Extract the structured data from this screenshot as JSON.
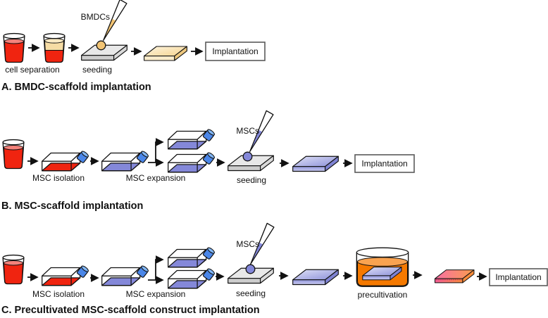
{
  "figure": {
    "type": "scientific-workflow-diagram",
    "background": "#ffffff"
  },
  "colors": {
    "outline": "#111111",
    "red_liquid": "#f02410",
    "red_surface": "#f4827b",
    "cream_layer": "#f6dca4",
    "cream_surface": "#f9e9c2",
    "cap_blue": "#4a86e8",
    "cap_blue_light": "#82b6f4",
    "purple_liquid": "#8488d9",
    "droplet_tan": "#f2c474",
    "orange_liquid": "#f57900",
    "orange_surface": "#f9a351",
    "gray_scaffold": "#e6e6e6",
    "tan_scaffold": "#f6d28c",
    "blue_scaffold": "#8b8fd8",
    "pink_scaffold": "#f86fa4",
    "orange_scaffold": "#f99d4d",
    "box_border": "#5a5a5a"
  },
  "rows": [
    {
      "id": "A",
      "title": "A. BMDC-scaffold implantation",
      "pipette_label": "BMDCs",
      "steps": {
        "cell_separation": "cell separation",
        "seeding": "seeding"
      },
      "implantation_label": "Implantation"
    },
    {
      "id": "B",
      "title": "B. MSC-scaffold implantation",
      "pipette_label": "MSCs",
      "steps": {
        "msc_isolation": "MSC isolation",
        "msc_expansion": "MSC expansion",
        "seeding": "seeding"
      },
      "implantation_label": "Implantation"
    },
    {
      "id": "C",
      "title": "C. Precultivated MSC-scaffold construct implantation",
      "pipette_label": "MSCs",
      "steps": {
        "msc_isolation": "MSC isolation",
        "msc_expansion": "MSC expansion",
        "seeding": "seeding",
        "precultivation": "precultivation"
      },
      "implantation_label": "Implantation"
    }
  ]
}
